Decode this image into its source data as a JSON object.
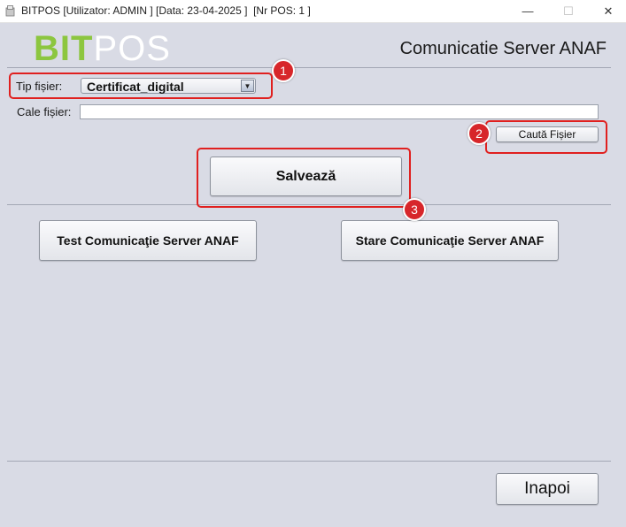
{
  "window": {
    "title": "BITPOS [Utilizator: ADMIN ] [Data: 23-04-2025 ]  [Nr POS: 1 ]",
    "minimize_glyph": "—",
    "maximize_glyph": "☐",
    "close_glyph": "✕"
  },
  "logo": {
    "bit": "BIT",
    "pos": "POS",
    "bit_color": "#8cc63f"
  },
  "header": {
    "title": "Comunicatie Server ANAF"
  },
  "form": {
    "file_type_label": "Tip fișier:",
    "file_type_value": "Certificat_digital",
    "file_path_label": "Cale fișier:",
    "file_path_value": "",
    "browse_label": "Caută Fișier",
    "save_label": "Salvează"
  },
  "actions": {
    "test_label": "Test Comunicaţie Server ANAF",
    "status_label": "Stare Comunicaţie Server ANAF",
    "back_label": "Inapoi"
  },
  "annotations": {
    "badge1": "1",
    "badge2": "2",
    "badge3": "3",
    "color": "#e0201f"
  }
}
